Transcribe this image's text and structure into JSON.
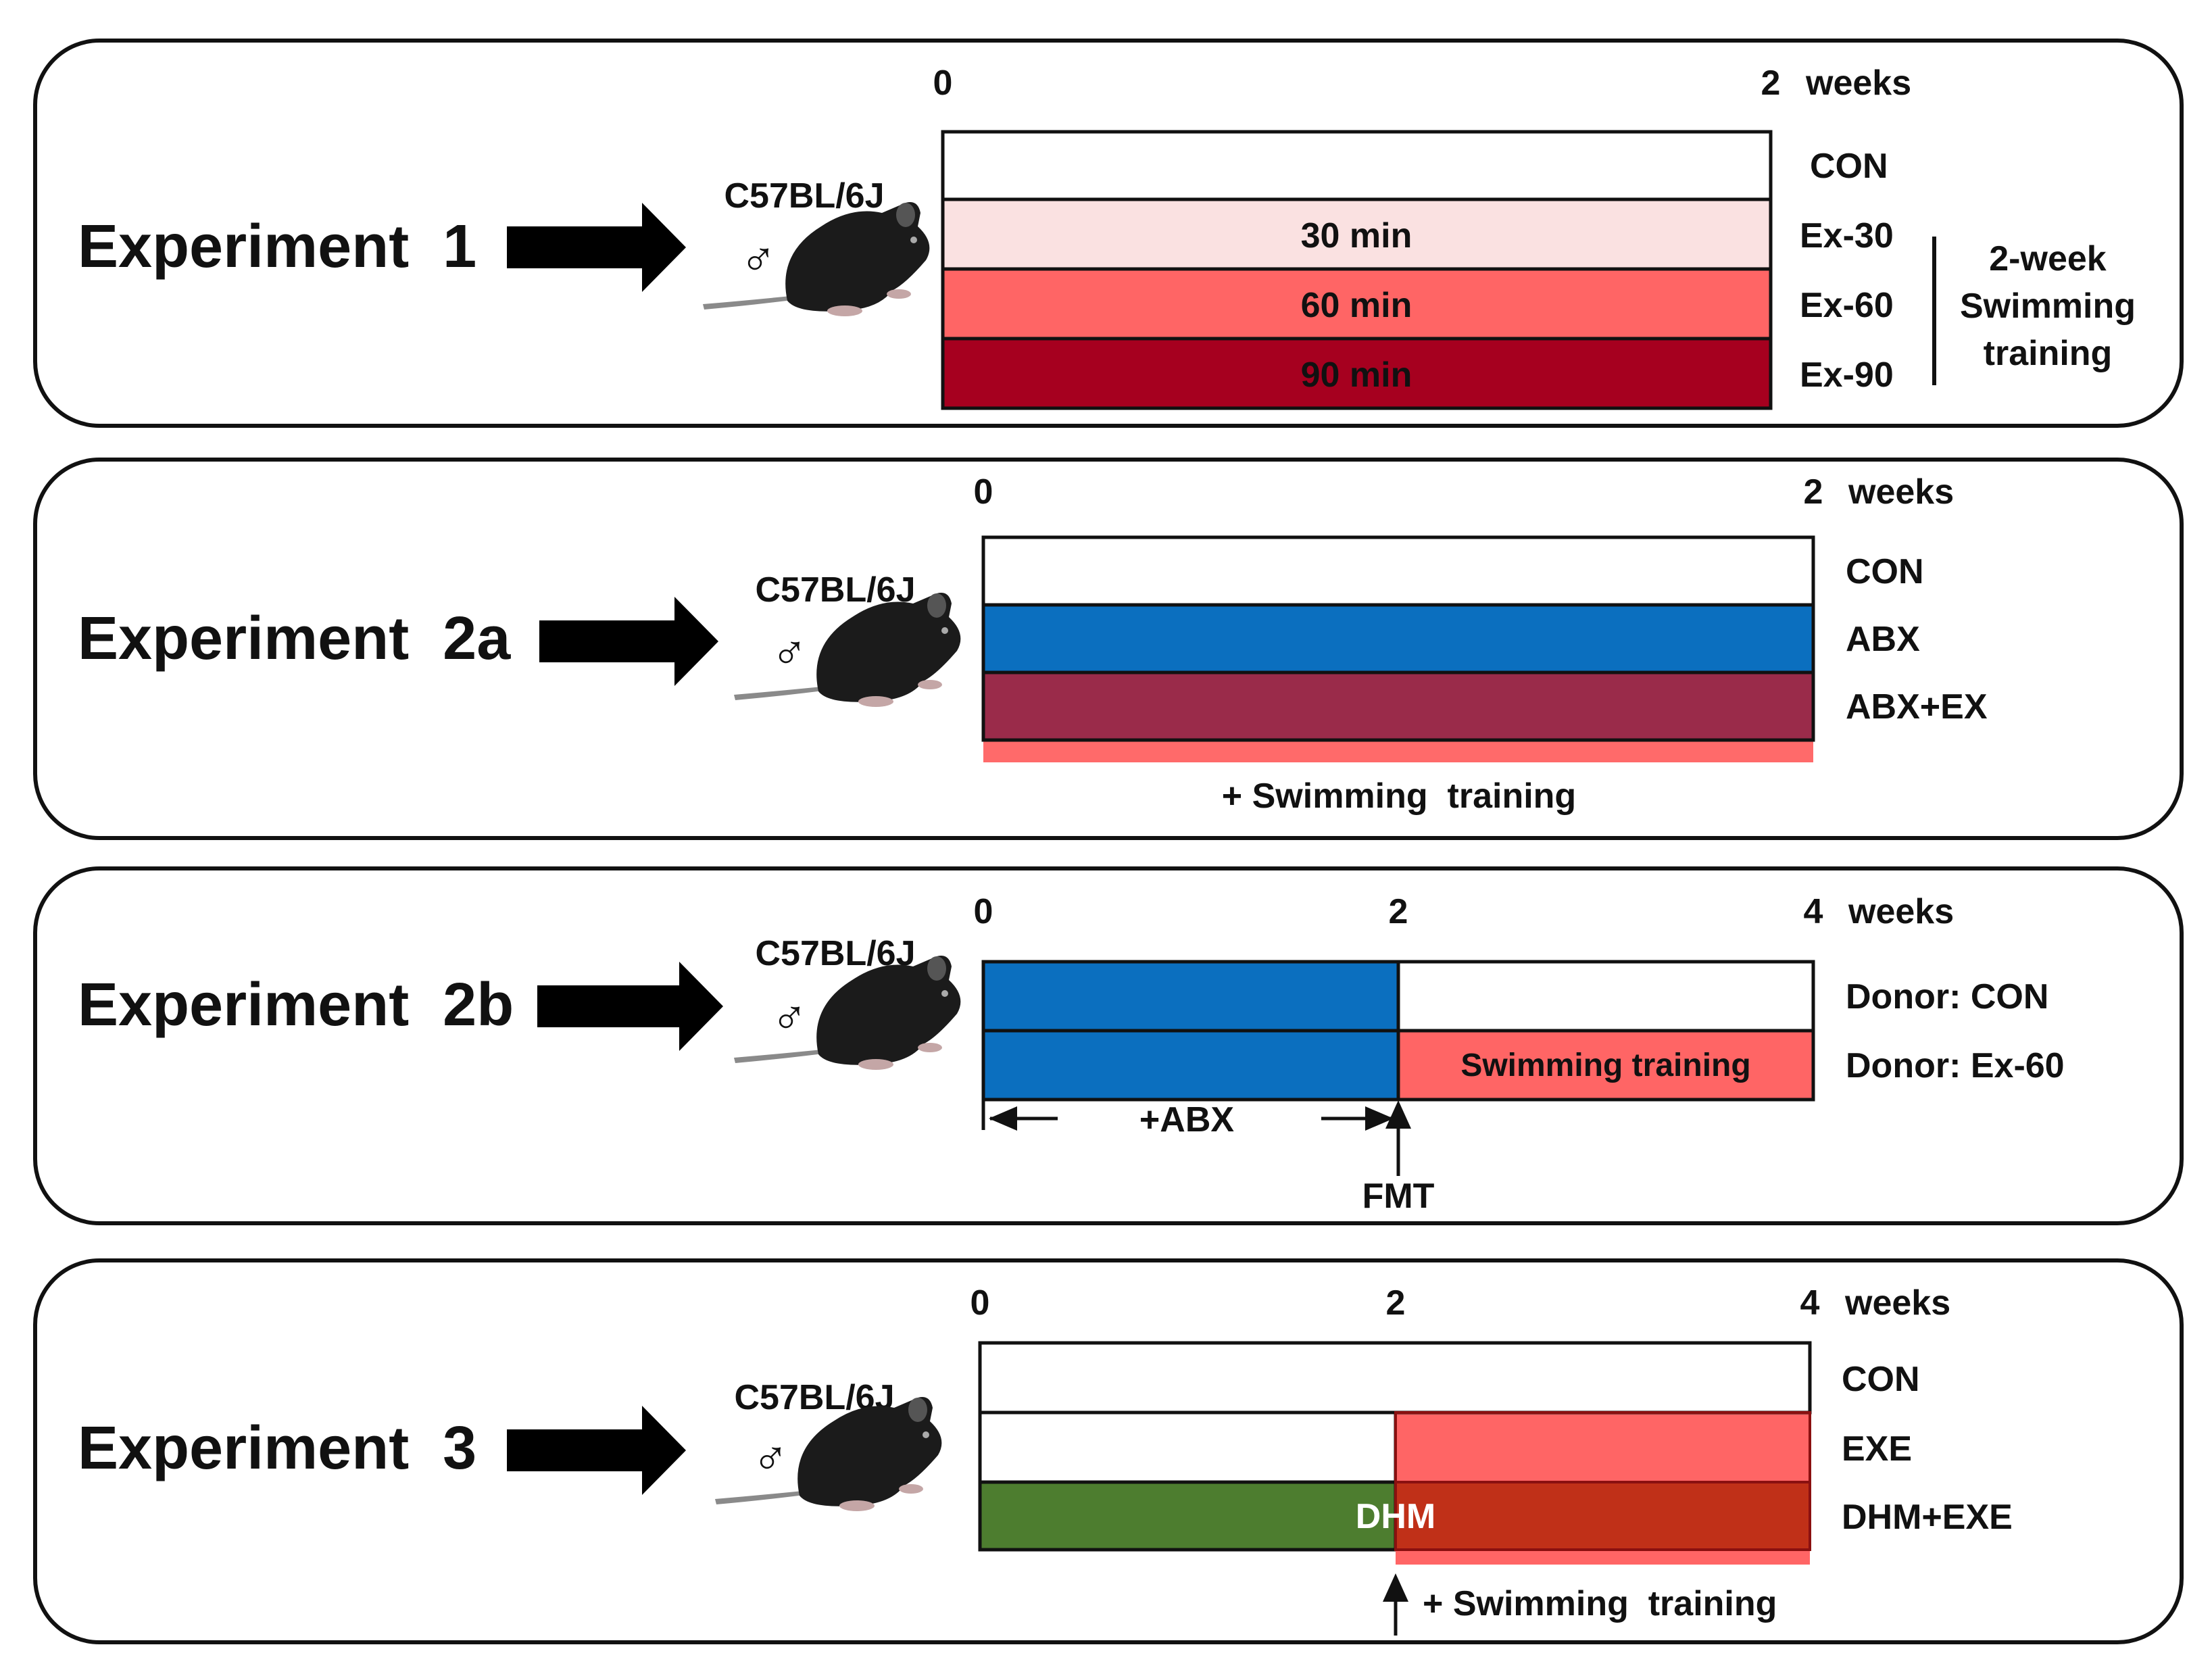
{
  "colors": {
    "ex30": "#fae1e1",
    "ex60": "#ff6565",
    "ex90": "#a6001f",
    "abx": "#0b6fbf",
    "abx_ex": "#9a2b4a",
    "swim": "#ff6a6a",
    "dhm": "#4d7d2f",
    "dhm_exe": "#c03018",
    "mouse": "#1b1b1b"
  },
  "mouse": {
    "strain": "C57BL/6J",
    "sex": "♂"
  },
  "exp1": {
    "title": "Experiment  1",
    "t0": "0",
    "t_end": "2",
    "unit": "weeks",
    "groups": [
      "CON",
      "Ex-30",
      "Ex-60",
      "Ex-90"
    ],
    "bar_labels": [
      "30 min",
      "60 min",
      "90 min"
    ],
    "side_note": [
      "2-week",
      "Swimming",
      "training"
    ]
  },
  "exp2a": {
    "title": "Experiment  2a",
    "t0": "0",
    "t_end": "2",
    "unit": "weeks",
    "groups": [
      "CON",
      "ABX",
      "ABX+EX"
    ],
    "note": "+ Swimming  training"
  },
  "exp2b": {
    "title": "Experiment  2b",
    "t0": "0",
    "t_mid": "2",
    "t_end": "4",
    "unit": "weeks",
    "groups": [
      "Donor: CON",
      "Donor: Ex-60"
    ],
    "bar_label": "Swimming training",
    "abx_label": "+ABX",
    "fmt_label": "FMT"
  },
  "exp3": {
    "title": "Experiment  3",
    "t0": "0",
    "t_mid": "2",
    "t_end": "4",
    "unit": "weeks",
    "groups": [
      "CON",
      "EXE",
      "DHM+EXE"
    ],
    "dhm_label": "DHM",
    "note": "+ Swimming  training"
  }
}
